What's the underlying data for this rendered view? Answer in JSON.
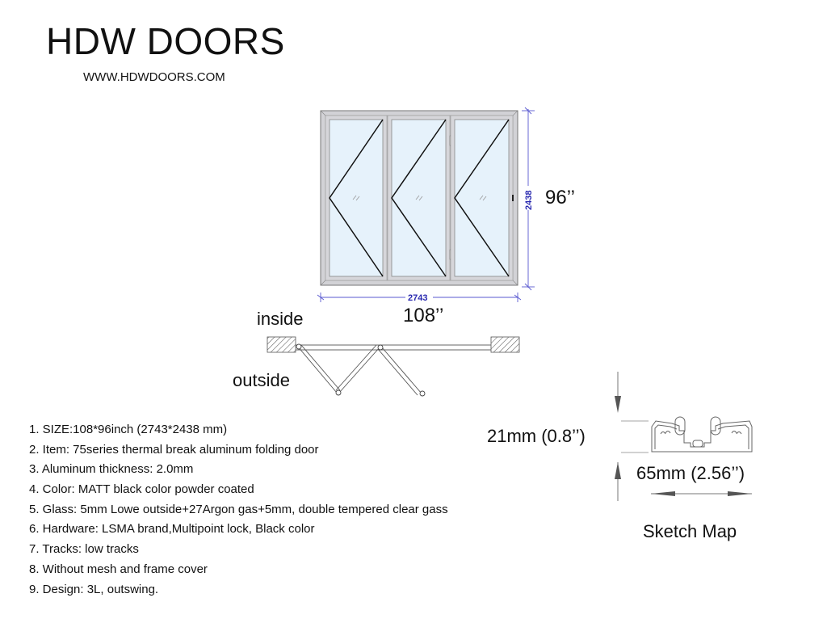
{
  "header": {
    "title": "HDW DOORS",
    "website": "WWW.HDWDOORS.COM"
  },
  "door_elevation": {
    "panels": 3,
    "width_mm": "2743",
    "height_mm": "2438",
    "width_label": "108’’",
    "height_label": "96’’",
    "dimension_color": "#2a2ab0",
    "glass_color": "#e6f2fb",
    "frame_color": "#c9c9cc"
  },
  "plan_view": {
    "inside_label": "inside",
    "outside_label": "outside"
  },
  "profile_section": {
    "height_label": "21mm (0.8’’)",
    "width_label": "65mm (2.56’’)",
    "caption": "Sketch Map"
  },
  "specs": [
    "1. SIZE:108*96inch (2743*2438 mm)",
    "2. Item: 75series thermal break aluminum folding door",
    "3. Aluminum thickness: 2.0mm",
    "4. Color: MATT black color powder coated",
    "5. Glass: 5mm Lowe outside+27Argon gas+5mm, double tempered clear gass",
    "6. Hardware: LSMA brand,Multipoint lock, Black color",
    "7. Tracks: low tracks",
    "8. Without mesh and frame cover",
    "9. Design: 3L, outswing."
  ]
}
